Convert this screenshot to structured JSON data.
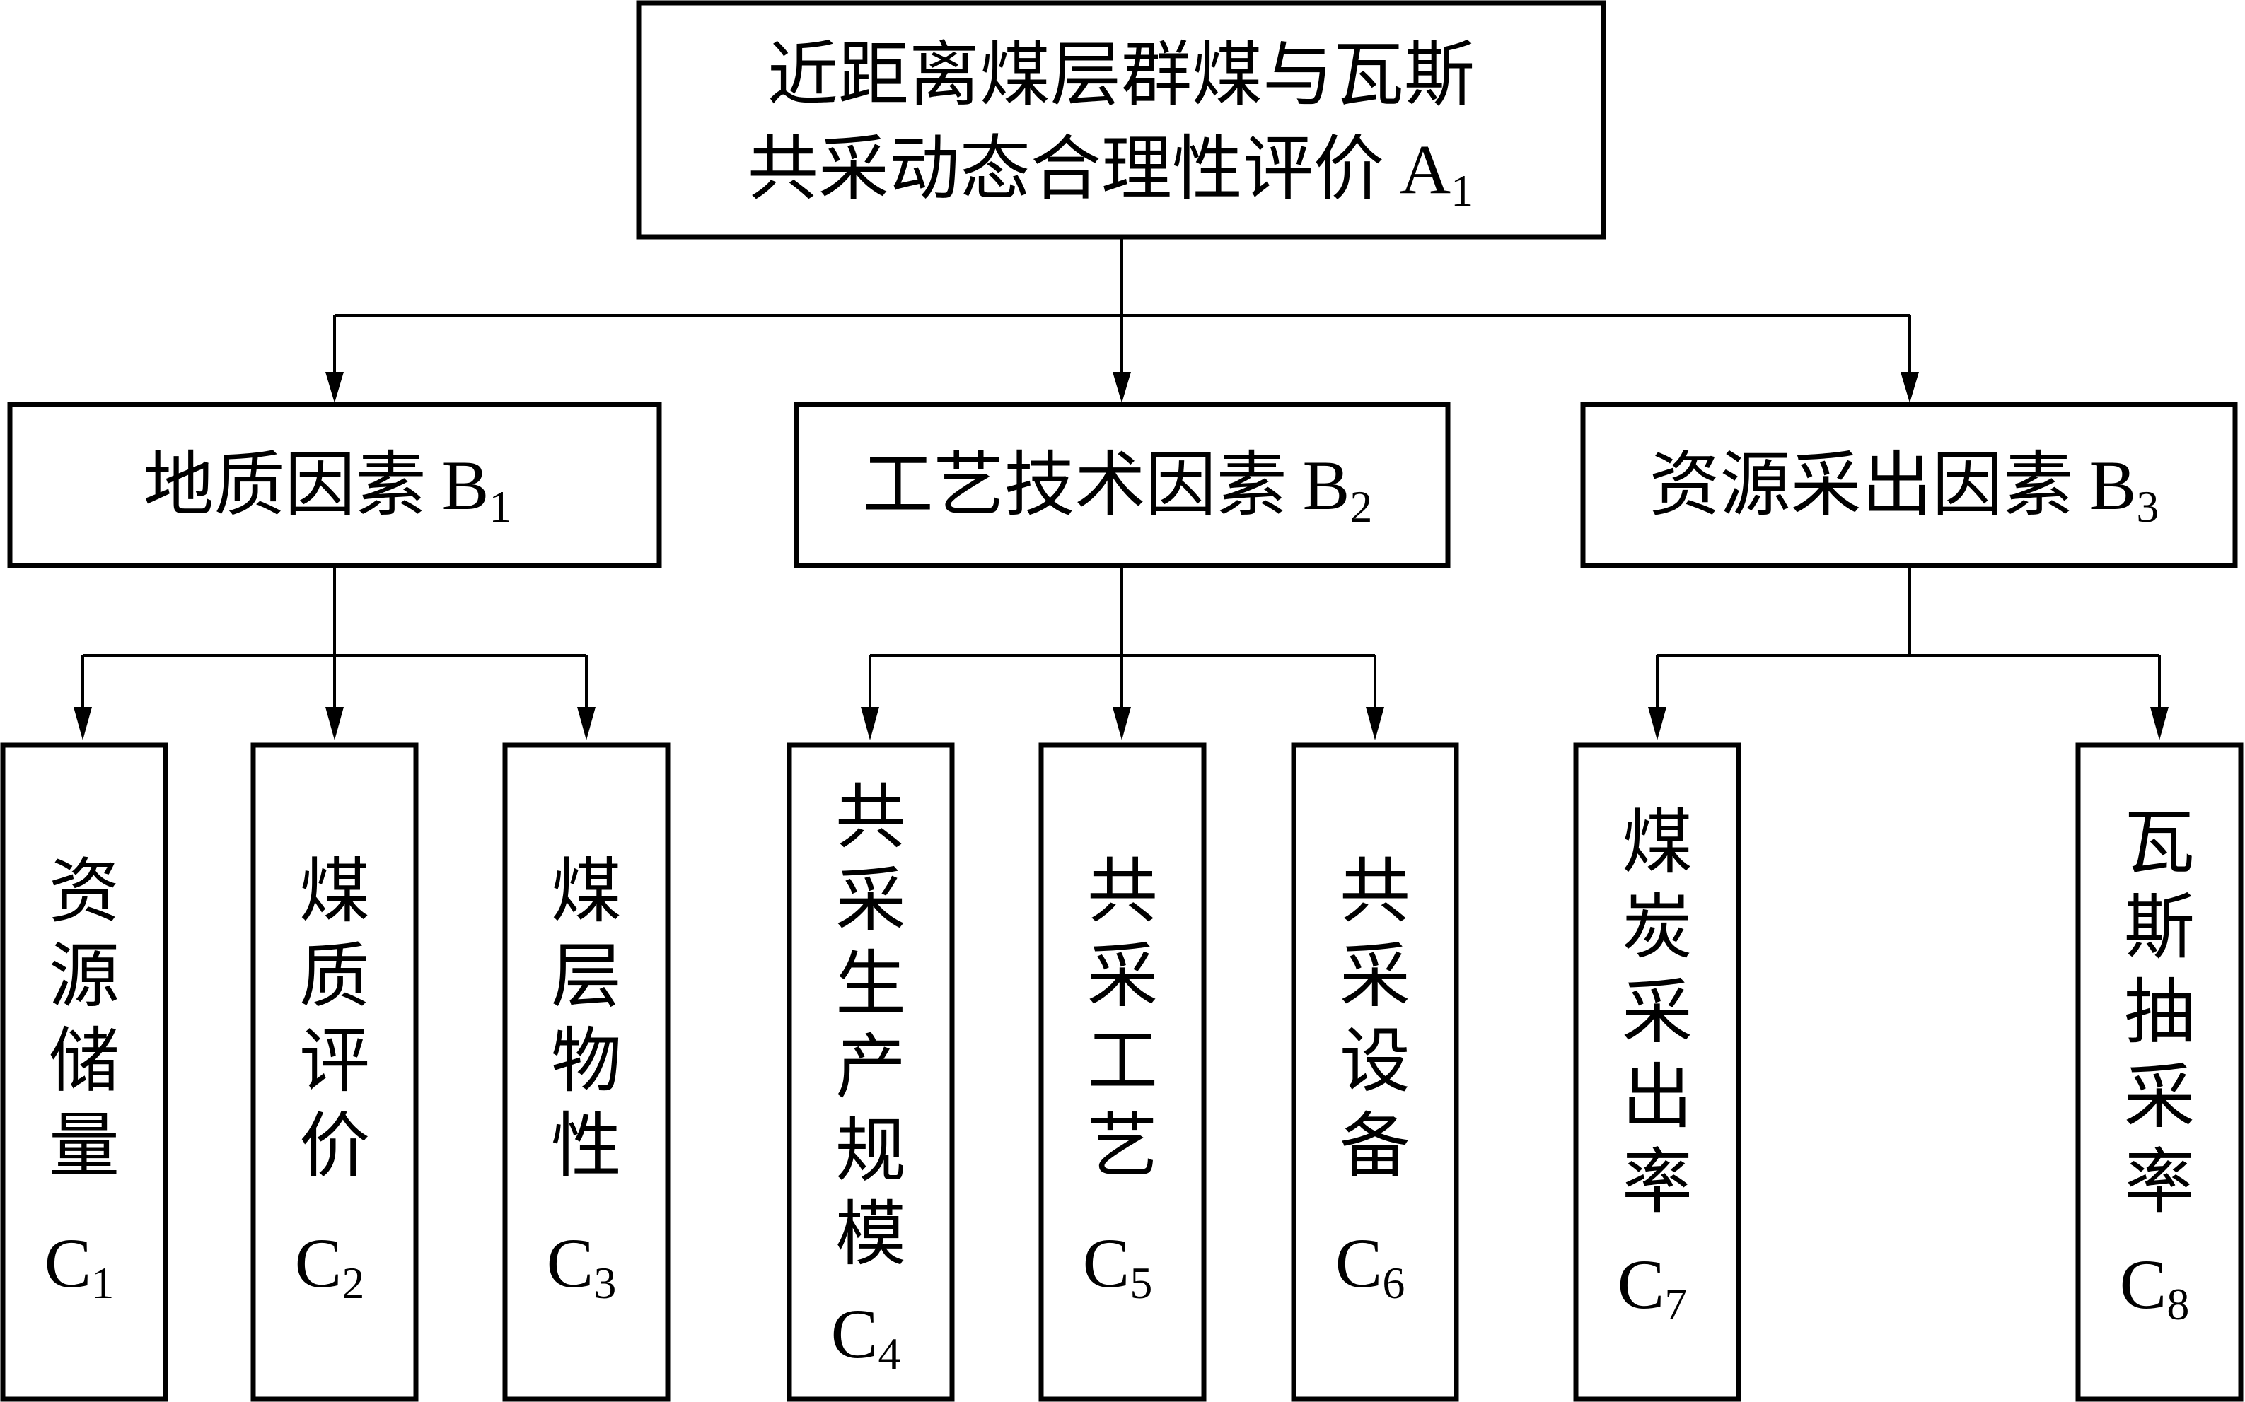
{
  "root": {
    "line1": "近距离煤层群煤与瓦斯",
    "line2": "共采动态合理性评价",
    "code": "A",
    "sub": "1"
  },
  "categories": [
    {
      "label": "地质因素",
      "code": "B",
      "sub": "1"
    },
    {
      "label": "工艺技术因素",
      "code": "B",
      "sub": "2"
    },
    {
      "label": "资源采出因素",
      "code": "B",
      "sub": "3"
    }
  ],
  "indicators": [
    {
      "chars": [
        "资",
        "源",
        "储",
        "量"
      ],
      "code": "C",
      "sub": "1"
    },
    {
      "chars": [
        "煤",
        "质",
        "评",
        "价"
      ],
      "code": "C",
      "sub": "2"
    },
    {
      "chars": [
        "煤",
        "层",
        "物",
        "性"
      ],
      "code": "C",
      "sub": "3"
    },
    {
      "chars": [
        "共",
        "采",
        "生",
        "产",
        "规",
        "模"
      ],
      "code": "C",
      "sub": "4"
    },
    {
      "chars": [
        "共",
        "采",
        "工",
        "艺"
      ],
      "code": "C",
      "sub": "5"
    },
    {
      "chars": [
        "共",
        "采",
        "设",
        "备"
      ],
      "code": "C",
      "sub": "6"
    },
    {
      "chars": [
        "煤",
        "炭",
        "采",
        "出",
        "率"
      ],
      "code": "C",
      "sub": "7"
    },
    {
      "chars": [
        "瓦",
        "斯",
        "抽",
        "采",
        "率"
      ],
      "code": "C",
      "sub": "8"
    }
  ]
}
